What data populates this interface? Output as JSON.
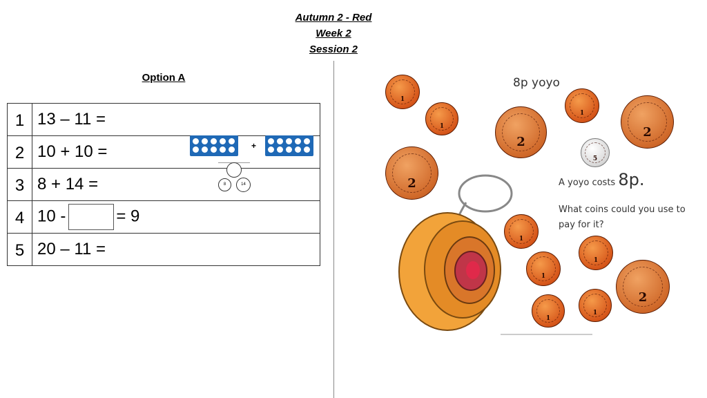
{
  "header": {
    "line1": "Autumn 2 - Red",
    "line2": "Week 2",
    "line3": "Session 2"
  },
  "option_title": "Option A",
  "questions": [
    {
      "num": "1",
      "text": "13 – 11 ="
    },
    {
      "num": "2",
      "text": "10 + 10 ="
    },
    {
      "num": "3",
      "text": "8 + 14 ="
    },
    {
      "num": "4",
      "text_before": "10 -",
      "text_after": "= 9"
    },
    {
      "num": "5",
      "text": "20 – 11 ="
    }
  ],
  "visuals": {
    "plus_sign": "+",
    "part_whole_left": "8",
    "part_whole_right": "14"
  },
  "right_panel": {
    "title": "8p yoyo",
    "line1_prefix": "A yoyo costs",
    "line1_price": "8p.",
    "question_line1": "What coins could you use to",
    "question_line2": "pay for it?",
    "coin_values": {
      "one": "1",
      "two": "2",
      "five": "5"
    }
  },
  "colors": {
    "tenframe": "#1f69b6",
    "penny": "#d6561a",
    "yoyo": "#f2a33a"
  }
}
